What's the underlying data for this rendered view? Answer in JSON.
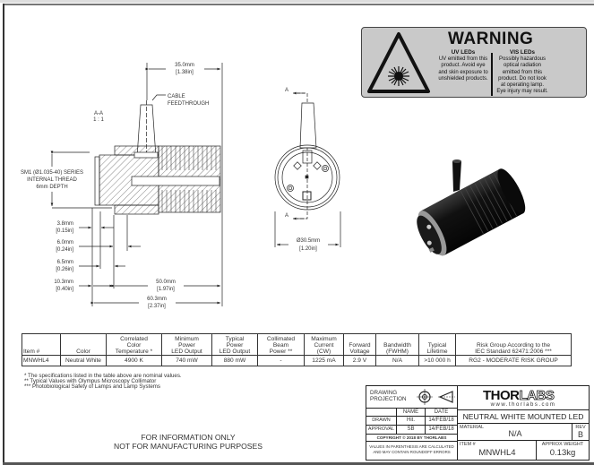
{
  "warning": {
    "title": "WARNING",
    "uv_heading": "UV LEDs",
    "uv_lines": [
      "UV emitted from this",
      "product. Avoid eye",
      "and skin exposure to",
      "unshielded products."
    ],
    "vis_heading": "VIS LEDs",
    "vis_lines": [
      "Possibly hazardous",
      "optical radiation",
      "emitted from this",
      "product. Do not look",
      "at operating lamp.",
      "Eye injury may result."
    ],
    "background": "#c9c9c9"
  },
  "side_view": {
    "section_label": "A-A",
    "scale": "1 : 1",
    "cable_label_1": "CABLE",
    "cable_label_2": "FEEDTHROUGH",
    "thread_1": "SM1 (Ø1.035-40) SERIES",
    "thread_2": "INTERNAL THREAD",
    "thread_3": "6mm DEPTH",
    "dims": [
      {
        "mm": "35.0mm",
        "in": "[1.38in]"
      },
      {
        "mm": "3.8mm",
        "in": "[0.15in]"
      },
      {
        "mm": "6.0mm",
        "in": "[0.24in]"
      },
      {
        "mm": "6.5mm",
        "in": "[0.26in]"
      },
      {
        "mm": "10.3mm",
        "in": "[0.40in]"
      },
      {
        "mm": "50.0mm",
        "in": "[1.97in]"
      },
      {
        "mm": "60.3mm",
        "in": "[2.37in]"
      }
    ]
  },
  "front_view": {
    "section_marker": "A",
    "diameter_mm": "Ø30.5mm",
    "diameter_in": "[1.20in]"
  },
  "spec_table": {
    "headers": [
      [
        "Item #"
      ],
      [
        "Color"
      ],
      [
        "Correlated",
        "Color",
        "Temperature *"
      ],
      [
        "Minimum",
        "Power",
        "LED Output"
      ],
      [
        "Typical",
        "Power",
        "LED Output"
      ],
      [
        "Collimated",
        "Beam",
        "Power **"
      ],
      [
        "Maximum",
        "Current",
        "(CW)"
      ],
      [
        "Forward",
        "Voltage"
      ],
      [
        "Bandwidth",
        "(FWHM)"
      ],
      [
        "Typical",
        "Lifetime"
      ],
      [
        "Risk Group According to the",
        "IEC Standard 62471:2006 ***"
      ]
    ],
    "rows": [
      [
        "MNWHL4",
        "Neutral White",
        "4900 K",
        "740 mW",
        "880 mW",
        "-",
        "1225 mA",
        "2.9 V",
        "N/A",
        ">10 000 h",
        "RG2 - MODERATE RISK GROUP"
      ]
    ]
  },
  "notes": [
    "* The specifications listed in the table above are nominal values.",
    "** Typical Values with Olympus Microscopy Collimator",
    "*** Photobiological Safety of Lamps and Lamp Systems"
  ],
  "disclaimer": [
    "FOR INFORMATION ONLY",
    "NOT FOR MANUFACTURING PURPOSES"
  ],
  "title_block": {
    "projection_label_1": "DRAWING",
    "projection_label_2": "PROJECTION",
    "name_header": "NAME",
    "date_header": "DATE",
    "drawn_label": "DRAWN",
    "drawn_name": "Hit.",
    "drawn_date": "14/FEB/18",
    "approval_label": "APPROVAL",
    "approval_name": "SB",
    "approval_date": "14/FEB/18",
    "copyright": "COPYRIGHT © 2018 BY THORLABS",
    "values_note_1": "VALUES IN PARENTHESIS ARE CALCULATED",
    "values_note_2": "AND MAY CONTAIN ROUNDOFF ERRORS",
    "logo_thor": "THOR",
    "logo_labs": "LABS",
    "website": "www.thorlabs.com",
    "title": "NEUTRAL WHITE MOUNTED LED",
    "material_label": "MATERIAL",
    "material": "N/A",
    "rev_label": "REV",
    "rev": "B",
    "item_label": "ITEM #",
    "item": "MNWHL4",
    "weight_label": "APPROX WEIGHT",
    "weight": "0.13kg"
  }
}
